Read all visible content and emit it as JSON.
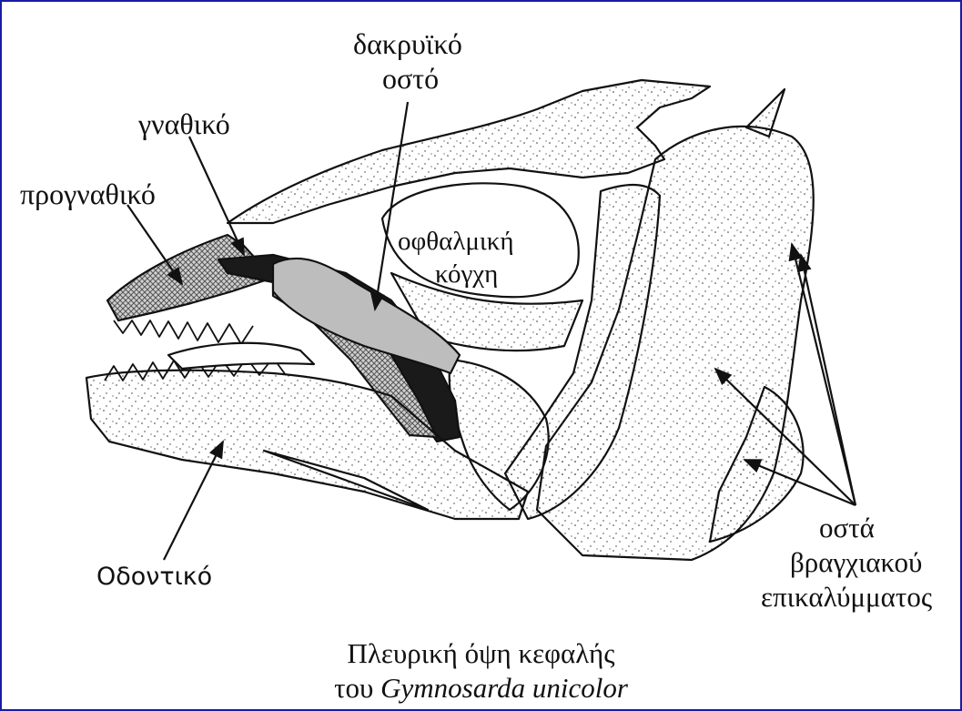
{
  "labels": {
    "lacrimal_line1": "δακρυϊκό",
    "lacrimal_line2": "οστό",
    "maxilla": "γναθικό",
    "premaxilla": "προγναθικό",
    "orbit_line1": "οφθαλμική",
    "orbit_line2": "κόγχη",
    "dentary": "Οδοντικό",
    "opercular_line1": "οστά",
    "opercular_line2": "βραγχιακού",
    "opercular_line3": "επικαλύμματος"
  },
  "caption": {
    "line1": "Πλευρική όψη κεφαλής",
    "line2_prefix": "του",
    "line2_species": "Gymnosarda unicolor"
  },
  "colors": {
    "frame": "#1a1aa8",
    "ink": "#111111",
    "hatch_fill": "#9a9a9a",
    "lacrimal_fill": "#bdbdbd"
  }
}
